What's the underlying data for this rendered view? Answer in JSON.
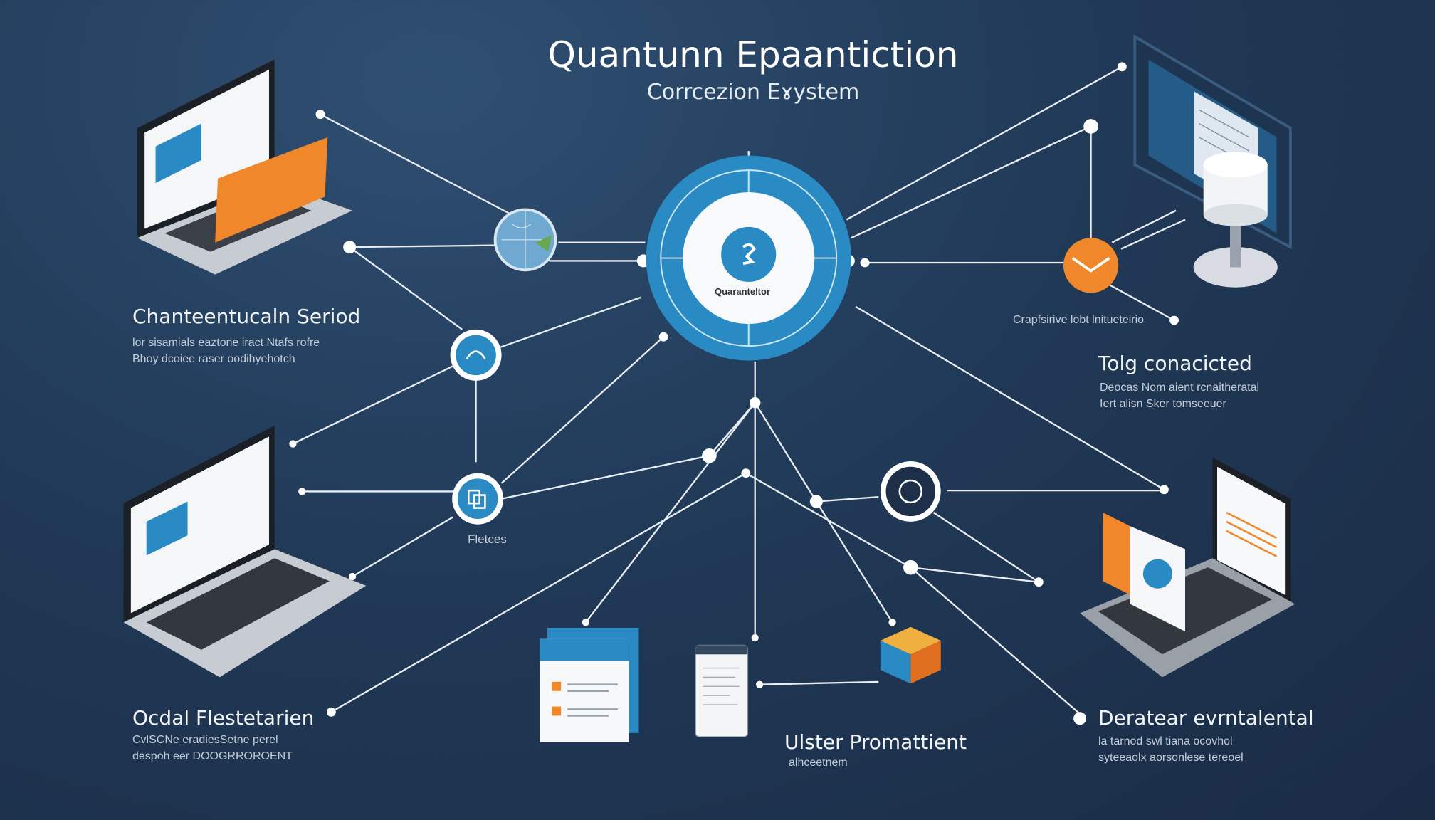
{
  "header": {
    "title": "Quantunn Epaantiction",
    "subtitle": "Corrcezion Eɤystem"
  },
  "hub": {
    "label": "Quaranteltor",
    "icon": "quantum-link-icon"
  },
  "labels": {
    "top_left": {
      "heading": "Chanteentucaln Seriod",
      "lines": [
        "lor sisamials eaztone iract Ntafs rofre",
        "Bhoy dcoiee raser oodihyehotch"
      ]
    },
    "top_right_caption": "Crapfsirive lobt lnitueteirio",
    "middle_right": {
      "heading": "Tolg conacicted",
      "lines": [
        "Deocas Nom aient rcnaitheratal",
        "Iert alisn Sker tomseeuer"
      ]
    },
    "node_caption": "Fletces",
    "bottom_left": {
      "heading": "Ocdal Flestetarien",
      "lines": [
        "CvlSCNe eradiesSetne perel",
        "despoh eer DOOGRROROENT"
      ]
    },
    "bottom_center": {
      "heading": "Ulster Promattient",
      "lines": [
        "alhceetnem"
      ]
    },
    "bottom_right": {
      "heading": "Deratear evrntalental",
      "lines": [
        "la tarnod swl tiana ocovhol",
        "syteeaolx aorsonlese tereoel"
      ]
    }
  },
  "colors": {
    "background": "#213a58",
    "accent_blue": "#2a8bc4",
    "accent_orange": "#f0872a",
    "line": "#ffffff"
  }
}
